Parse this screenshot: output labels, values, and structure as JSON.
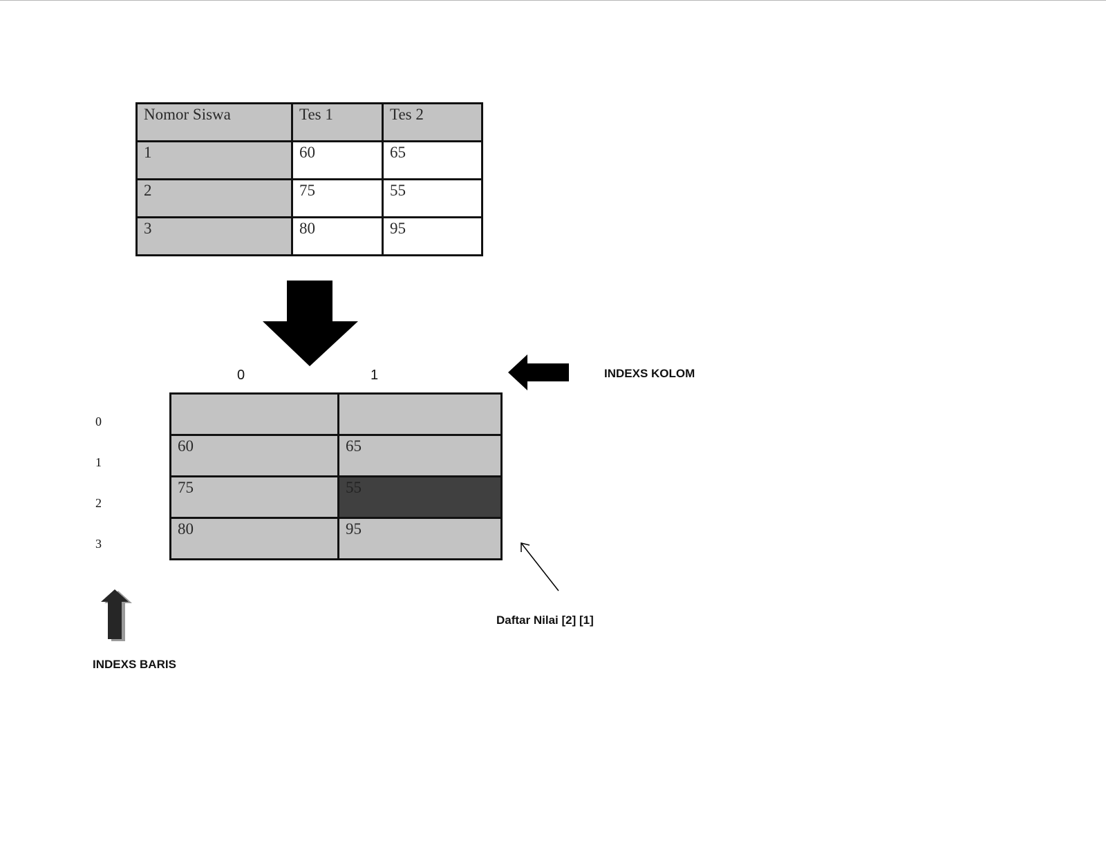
{
  "source_table": {
    "headers": [
      "Nomor Siswa",
      "Tes 1",
      "Tes 2"
    ],
    "rows": [
      [
        "1",
        "60",
        "65"
      ],
      [
        "2",
        "75",
        "55"
      ],
      [
        "3",
        "80",
        "95"
      ]
    ]
  },
  "array_table": {
    "column_indices": [
      "0",
      "1"
    ],
    "row_indices": [
      "0",
      "1",
      "2",
      "3"
    ],
    "rows": [
      [
        "",
        ""
      ],
      [
        "60",
        "65"
      ],
      [
        "75",
        "55"
      ],
      [
        "80",
        "95"
      ]
    ],
    "highlighted_cell": {
      "row": 2,
      "col": 1
    }
  },
  "labels": {
    "column_index": "INDEXS KOLOM",
    "row_index": "INDEXS BARIS",
    "element_reference": "Daftar Nilai [2] [1]"
  },
  "colors": {
    "cell_gray": "#c3c3c3",
    "highlight": "#404040",
    "border": "#111111"
  },
  "icons": {
    "down_arrow": "down-arrow-icon",
    "left_arrow": "left-arrow-icon",
    "up_arrow": "up-arrow-icon",
    "pointer_arrow": "pointer-arrow-icon"
  }
}
